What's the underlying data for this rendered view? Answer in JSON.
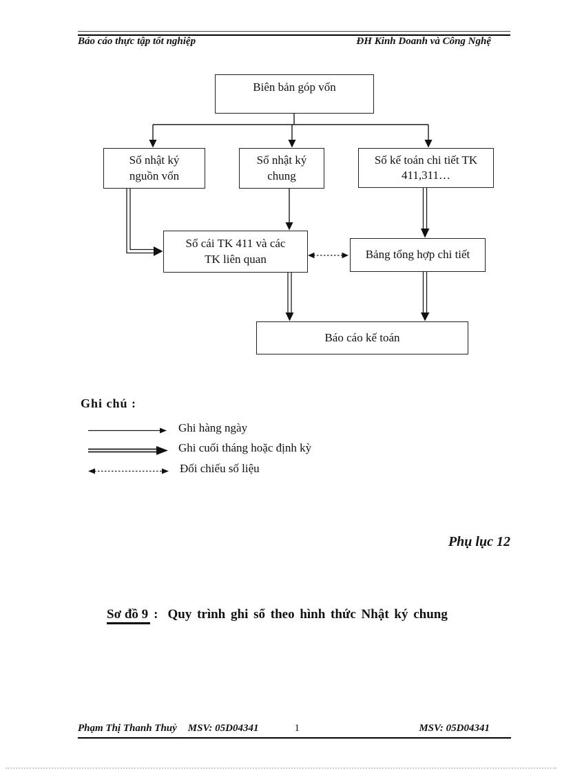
{
  "header": {
    "left": "Báo cáo thực tập tốt nghiệp",
    "right": "ĐH Kinh Doanh và Công Nghệ"
  },
  "flowchart": {
    "boxes": {
      "bien_ban_gop_von": "Biên bản góp vốn",
      "so_nhat_ky_nguon_von": "Sổ nhật ký\nnguồn vốn",
      "so_nhat_ky_chung": "Sổ nhật ký\nchung",
      "so_ke_toan_chi_tiet": "Sổ kế toán chi tiết TK\n411,311…",
      "so_cai": "Sổ cái TK 411 và các\nTK liên quan",
      "bang_tong_hop": "Bảng tổng hợp chi tiết",
      "bao_cao_ke_toan": "Báo cáo kế toán"
    },
    "colors": {
      "line": "#1a1a1a",
      "box_border": "#222222"
    }
  },
  "legend": {
    "title": "Ghi chú :",
    "items": [
      {
        "arrow": "single-arrow",
        "label": "Ghi hàng ngày"
      },
      {
        "arrow": "double-arrow",
        "label": "Ghi cuối tháng hoặc định kỳ"
      },
      {
        "arrow": "dotted-double-arrow",
        "label": "Đối chiếu số liệu"
      }
    ]
  },
  "appendix": "Phụ lục 12",
  "caption": {
    "prefix": "Sơ đồ 9",
    "separator": ":",
    "text": "Quy trình ghi sổ theo hình thức Nhật ký chung"
  },
  "footer": {
    "author": "Phạm Thị Thanh Thuỷ",
    "msv": "MSV: 05D04341",
    "page": "1",
    "msv_right": "MSV: 05D04341"
  }
}
